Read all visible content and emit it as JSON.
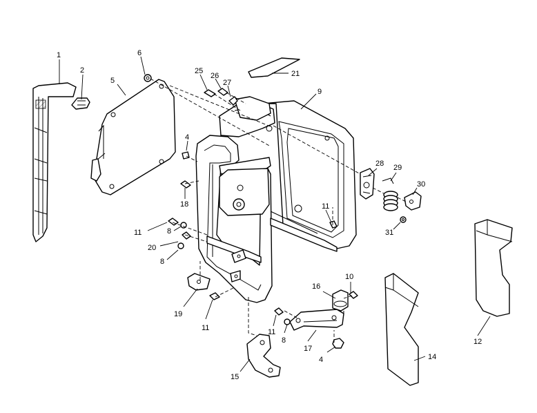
{
  "labels": {
    "p1": "1",
    "p2": "2",
    "p4a": "4",
    "p4b": "4",
    "p5": "5",
    "p6": "6",
    "p8a": "8",
    "p8b": "8",
    "p8c": "8",
    "p9": "9",
    "p10": "10",
    "p11a": "11",
    "p11b": "11",
    "p11c": "11",
    "p11d": "11",
    "p12": "12",
    "p14": "14",
    "p15": "15",
    "p16": "16",
    "p17": "17",
    "p18": "18",
    "p19": "19",
    "p20": "20",
    "p21": "21",
    "p25": "25",
    "p26": "26",
    "p27": "27",
    "p28": "28",
    "p29": "29",
    "p30": "30",
    "p31": "31"
  }
}
